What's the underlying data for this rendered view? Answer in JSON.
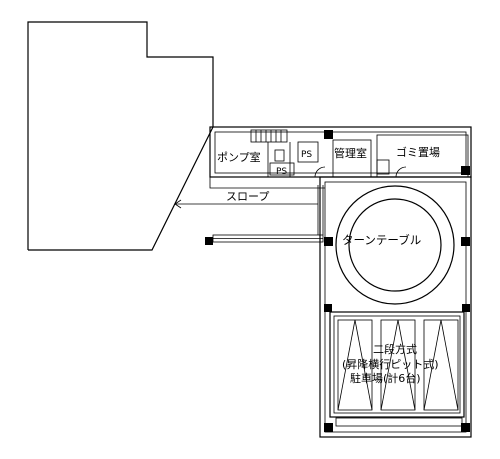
{
  "rooms": {
    "pump_room": "ポンプ室",
    "ps_upper": "PS",
    "ps_lower": "PS",
    "management_room": "管理室",
    "garbage_storage": "ゴミ置場",
    "slope": "スロープ",
    "turntable": "ターンテーブル"
  },
  "parking": {
    "line1": "二段方式",
    "line2": "(昇降横行ピット式)",
    "line3": "駐車場(計6台)"
  }
}
